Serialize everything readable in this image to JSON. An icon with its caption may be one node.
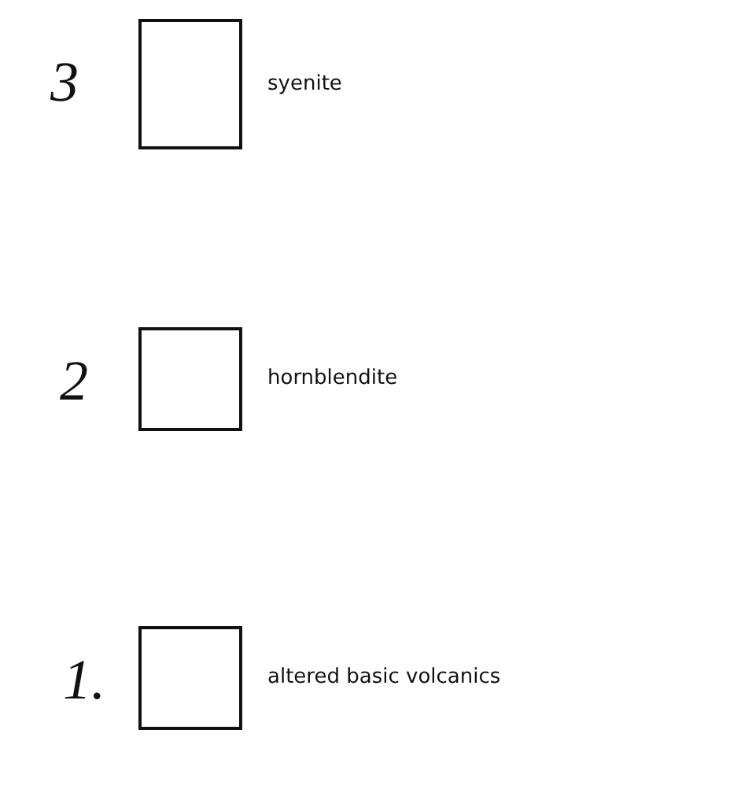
{
  "diagram": {
    "labels": [
      "3",
      "2",
      "1."
    ],
    "legend": [
      {
        "text": "syenite"
      },
      {
        "text": "hornblendite"
      },
      {
        "text": "altered basic volcanics"
      }
    ]
  }
}
